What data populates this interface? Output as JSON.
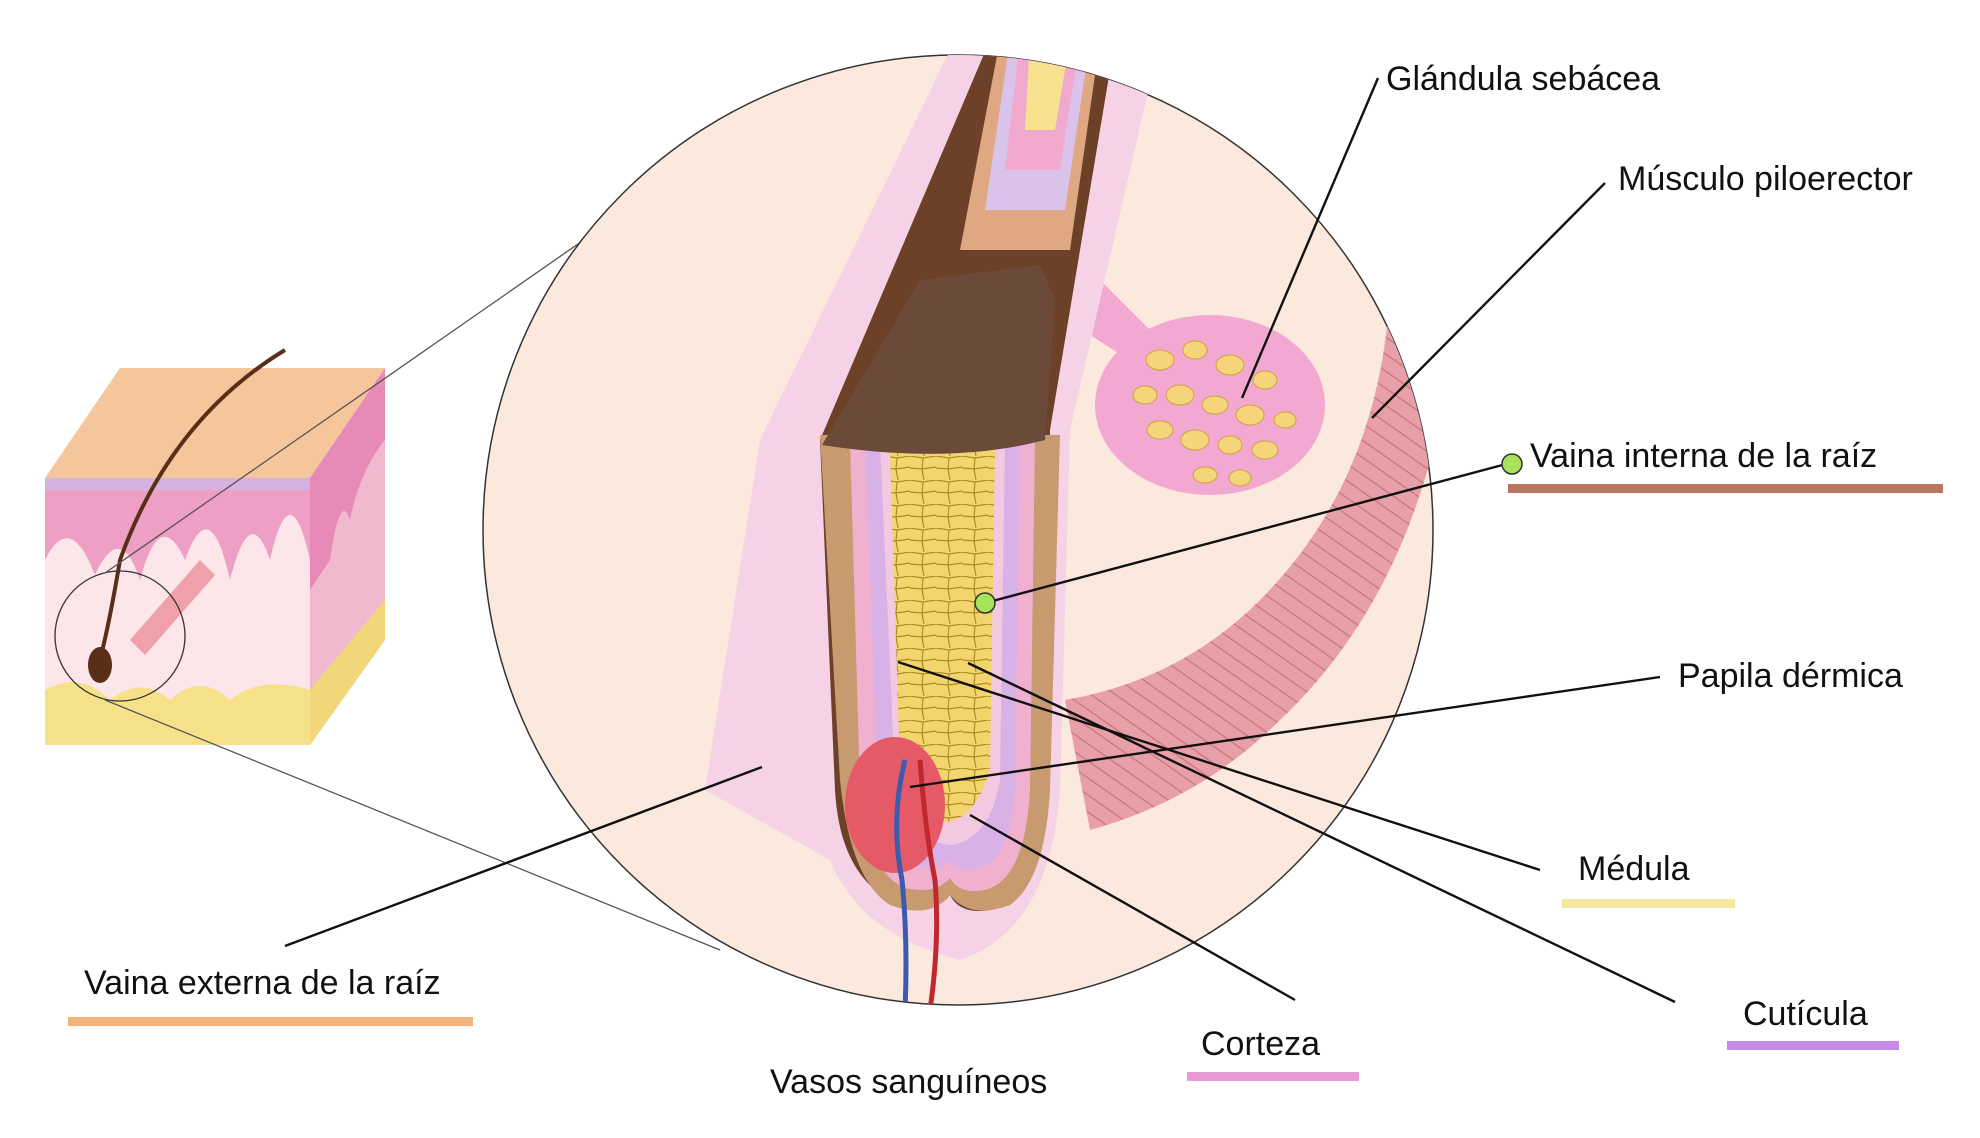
{
  "labels": {
    "sebaceous_gland": "Glándula sebácea",
    "arrector_muscle": "Músculo piloerector",
    "inner_root_sheath": "Vaina interna de la raíz",
    "dermal_papilla": "Papila dérmica",
    "medulla": "Médula",
    "cuticle": "Cutícula",
    "cortex": "Corteza",
    "blood_vessels": "Vasos sanguíneos",
    "outer_root_sheath": "Vaina externa de la raíz"
  },
  "colors": {
    "outer_root_sheath": "#f2b37a",
    "inner_root_sheath": "#b87860",
    "medulla": "#f5e6a0",
    "cuticle": "#c68be6",
    "cortex": "#e69ad6",
    "pointer_dot": "#a6e35a"
  }
}
